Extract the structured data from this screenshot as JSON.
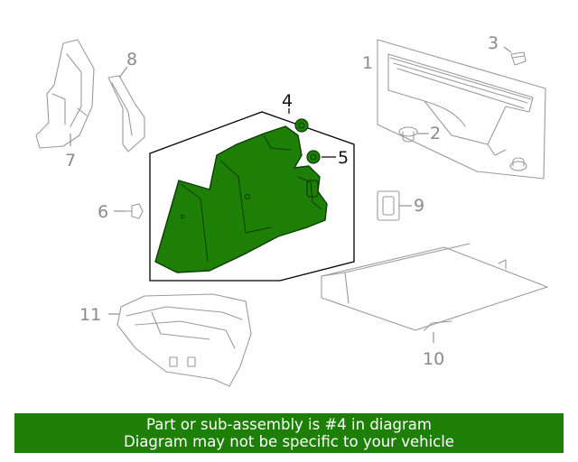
{
  "callouts": {
    "c1": "1",
    "c2": "2",
    "c3": "3",
    "c4": "4",
    "c5": "5",
    "c6": "6",
    "c7": "7",
    "c8": "8",
    "c9": "9",
    "c10": "10",
    "c11": "11"
  },
  "highlight_part": "4",
  "colors": {
    "highlight": "#1e7f06",
    "outline": "#9a9a9a",
    "banner_bg": "#1e7f06",
    "banner_text": "#ffffff"
  },
  "banner": {
    "line1": "Part or sub-assembly is #4 in diagram",
    "line2": "Diagram may not be specific to your vehicle"
  }
}
